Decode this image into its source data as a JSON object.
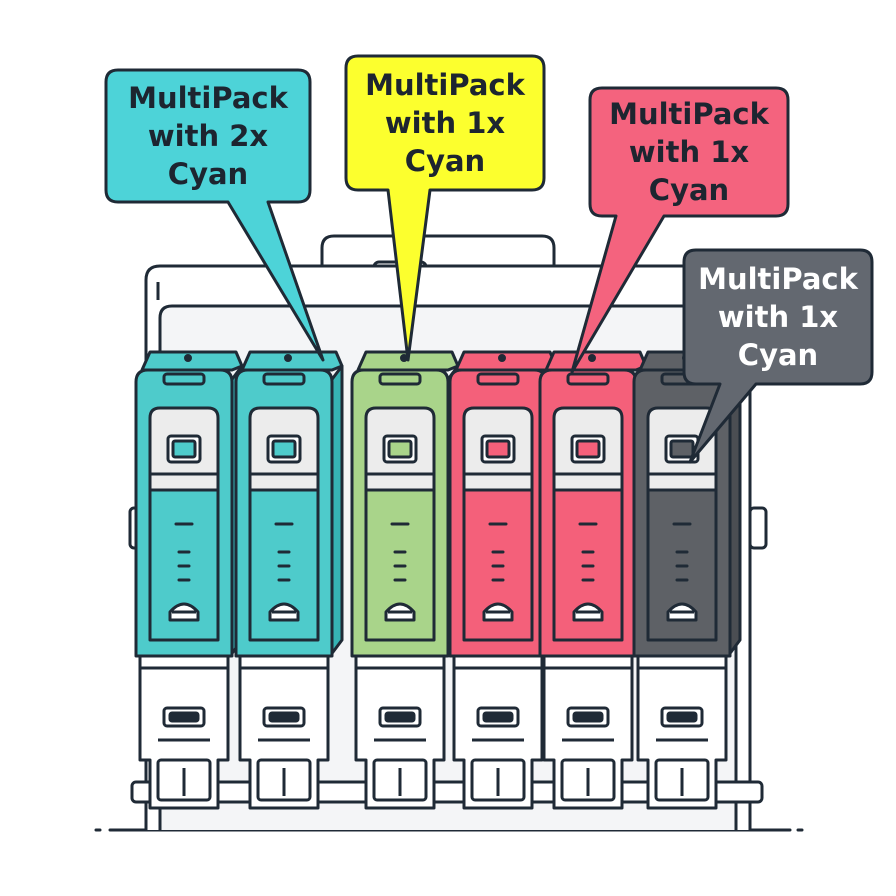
{
  "colors": {
    "outline": "#1f2a36",
    "tray": "#ffffff",
    "tray_inner": "#f2f3f5",
    "cyan": "#4ecbcb",
    "cyan_shade": "#36b3b4",
    "green": "#a9d48a",
    "green_shade": "#8fbe72",
    "pink": "#f4607a",
    "pink_shade": "#df4b66",
    "gray": "#5e6166",
    "gray_shade": "#4b4e53",
    "callout_cyan": "#4dd3d8",
    "callout_yellow": "#fcff2e",
    "callout_pink": "#f4637e",
    "callout_gray": "#636870",
    "label_band": "#ececec"
  },
  "cartridges": [
    {
      "color": "cyan-icon"
    },
    {
      "color": "cyan-icon"
    },
    {
      "color": "green-icon"
    },
    {
      "color": "pink-icon"
    },
    {
      "color": "pink-icon"
    },
    {
      "color": "gray-icon"
    }
  ],
  "callouts": [
    {
      "line1": "MultiPack",
      "line2": "with 2x",
      "line3": "Cyan",
      "color": "#4dd3d8",
      "text_color": "#1d2530"
    },
    {
      "line1": "MultiPack",
      "line2": "with 1x",
      "line3": "Cyan",
      "color": "#fcff2e",
      "text_color": "#1d2530"
    },
    {
      "line1": "MultiPack",
      "line2": "with 1x",
      "line3": "Cyan",
      "color": "#f4637e",
      "text_color": "#1d2530"
    },
    {
      "line1": "MultiPack",
      "line2": "with 1x",
      "line3": "Cyan",
      "color": "#636870",
      "text_color": "#ffffff"
    }
  ]
}
